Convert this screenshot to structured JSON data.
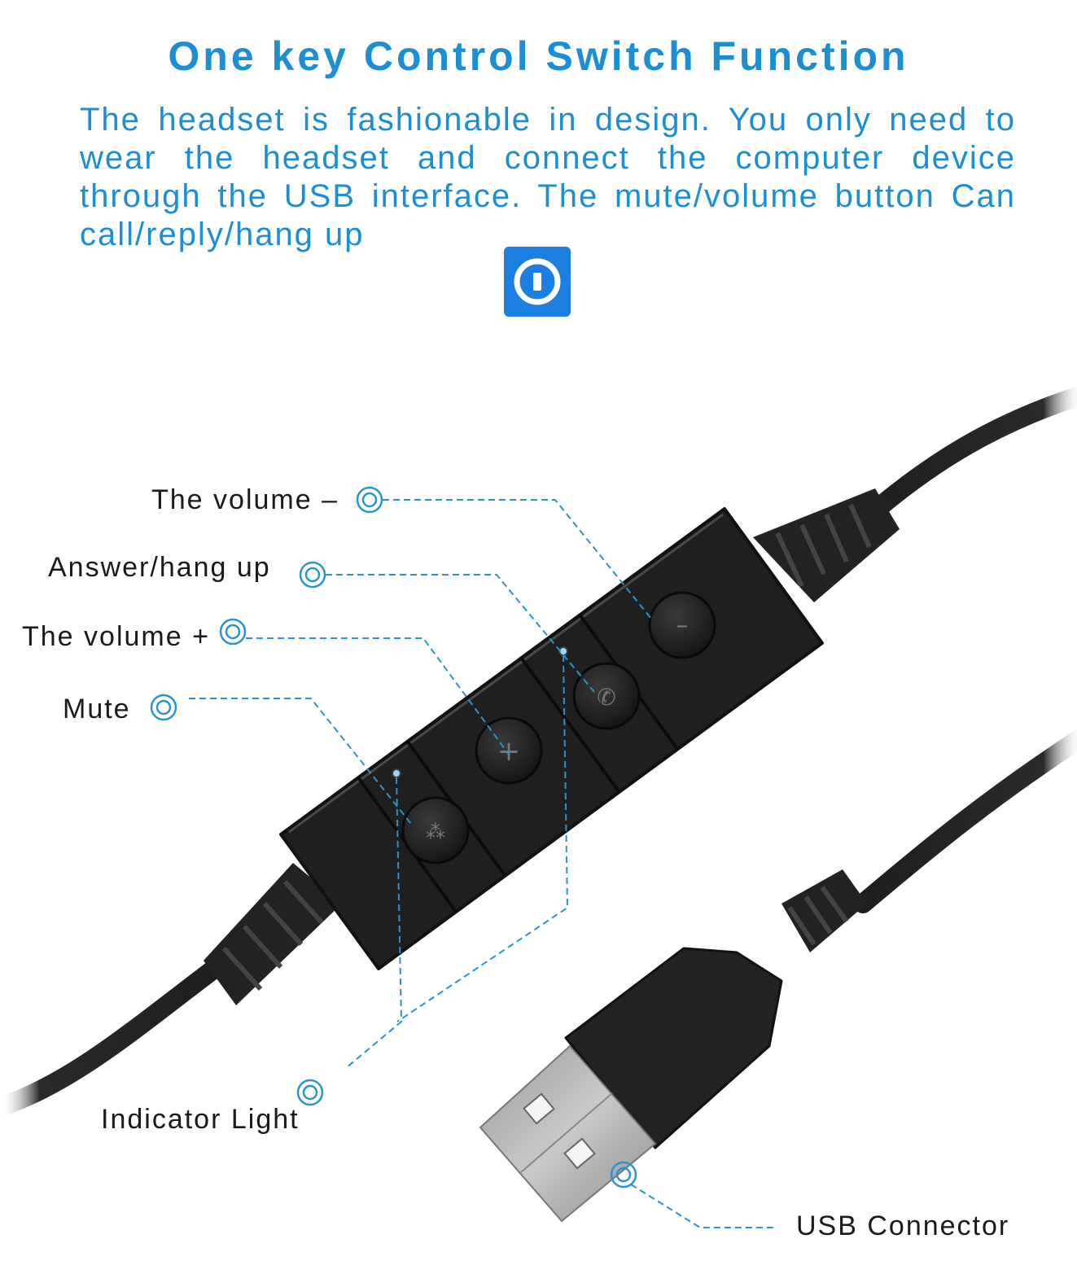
{
  "header": {
    "title": "One key Control Switch Function",
    "description": "The headset is fashionable in design. You only need to wear the headset and connect the computer device through the USB interface.  The mute/volume button Can call/reply/hang up"
  },
  "icons": {
    "power_badge": "power-button-icon",
    "target_marker": "double-circle-marker-icon"
  },
  "labels": {
    "volume_down": "The volume –",
    "answer_hangup": "Answer/hang up",
    "volume_up": "The volume +",
    "mute": "Mute",
    "indicator_light": "Indicator Light",
    "usb_connector": "USB Connector"
  },
  "colors": {
    "accent": "#1b8ed4",
    "badge": "#1b7ee0",
    "leader_line": "#2a93d2",
    "device": "#1f1f1f",
    "label_text": "#1a1a1a"
  }
}
